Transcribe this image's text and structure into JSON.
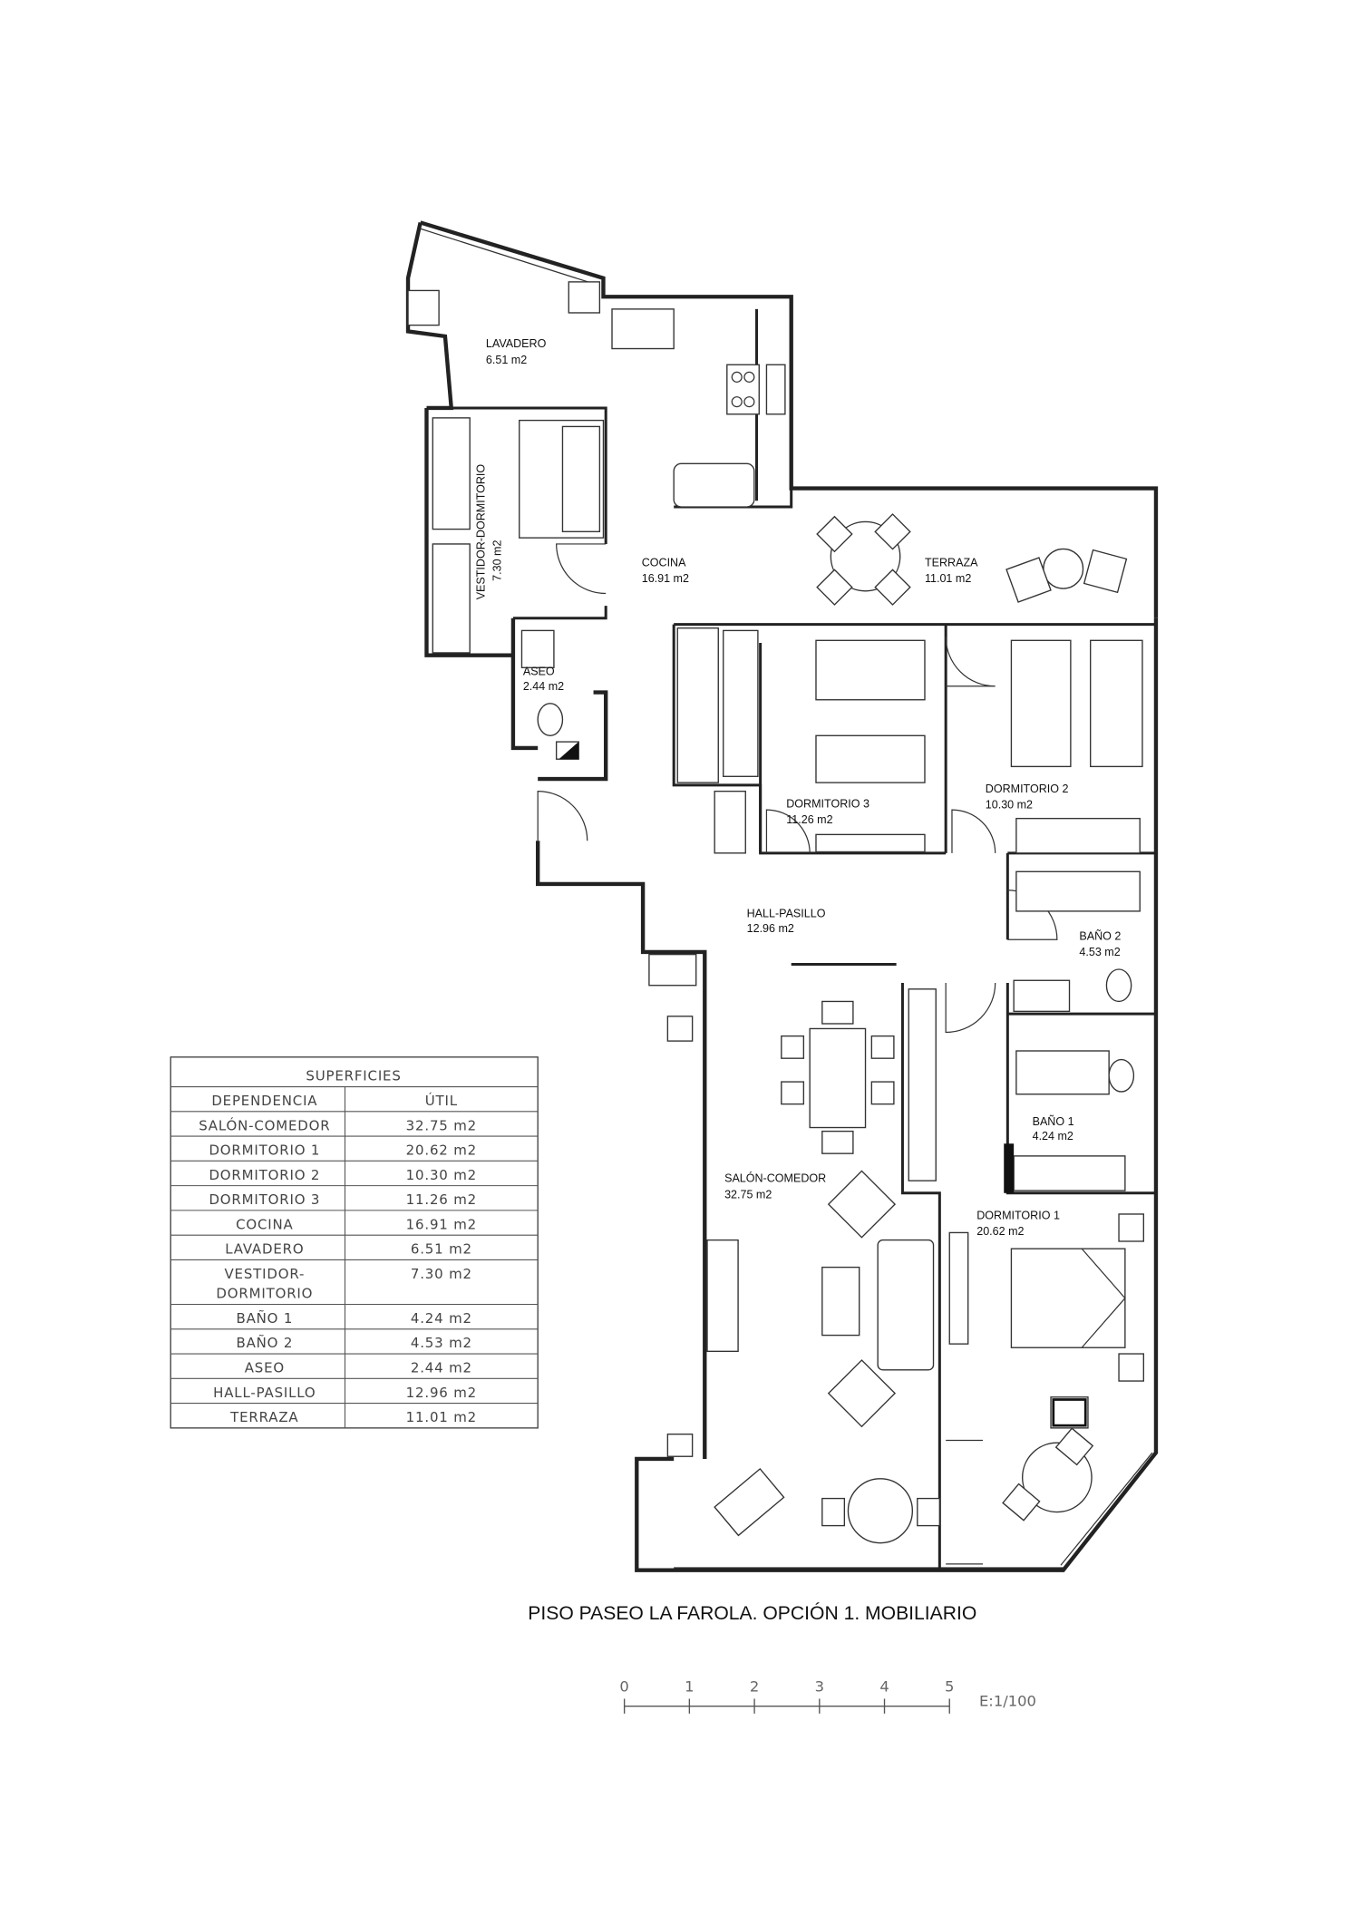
{
  "rooms": {
    "lavadero": {
      "name": "LAVADERO",
      "area": "6.51 m2"
    },
    "vestidor": {
      "name": "VESTIDOR-DORMITORIO",
      "area": "7.30 m2"
    },
    "cocina": {
      "name": "COCINA",
      "area": "16.91 m2"
    },
    "terraza": {
      "name": "TERRAZA",
      "area": "11.01 m2"
    },
    "aseo": {
      "name": "ASEO",
      "area": "2.44 m2"
    },
    "dormitorio3": {
      "name": "DORMITORIO 3",
      "area": "11.26 m2"
    },
    "dormitorio2": {
      "name": "DORMITORIO 2",
      "area": "10.30 m2"
    },
    "hall": {
      "name": "HALL-PASILLO",
      "area": "12.96 m2"
    },
    "bano2": {
      "name": "BAÑO 2",
      "area": "4.53 m2"
    },
    "bano1": {
      "name": "BAÑO 1",
      "area": "4.24 m2"
    },
    "salon": {
      "name": "SALÓN-COMEDOR",
      "area": "32.75 m2"
    },
    "dormitorio1": {
      "name": "DORMITORIO 1",
      "area": "20.62 m2"
    }
  },
  "table": {
    "title": "SUPERFICIES",
    "headers": [
      "DEPENDENCIA",
      "ÚTIL"
    ],
    "rows": [
      [
        "SALÓN-COMEDOR",
        "32.75 m2"
      ],
      [
        "DORMITORIO 1",
        "20.62 m2"
      ],
      [
        "DORMITORIO 2",
        "10.30 m2"
      ],
      [
        "DORMITORIO 3",
        "11.26 m2"
      ],
      [
        "COCINA",
        "16.91 m2"
      ],
      [
        "LAVADERO",
        "6.51 m2"
      ],
      [
        "VESTIDOR-",
        "7.30 m2"
      ],
      [
        "BAÑO 1",
        "4.24 m2"
      ],
      [
        "BAÑO 2",
        "4.53 m2"
      ],
      [
        "ASEO",
        "2.44 m2"
      ],
      [
        "HALL-PASILLO",
        "12.96 m2"
      ],
      [
        "TERRAZA",
        "11.01 m2"
      ]
    ],
    "row7_line2": "DORMITORIO"
  },
  "title": "PISO PASEO LA FAROLA. OPCIÓN 1. MOBILIARIO",
  "scale": {
    "ticks": [
      "0",
      "1",
      "2",
      "3",
      "4",
      "5"
    ],
    "label": "E:1/100"
  }
}
